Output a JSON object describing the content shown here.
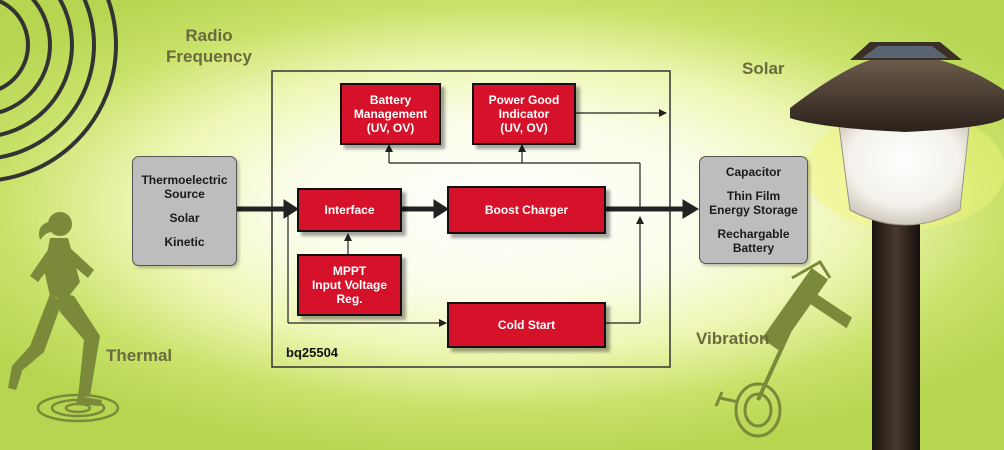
{
  "labels": {
    "radio_frequency": [
      "Radio",
      "Frequency"
    ],
    "solar": "Solar",
    "thermal": "Thermal",
    "vibration": "Vibration"
  },
  "source_box": [
    "Thermoelectric",
    "Source",
    "Solar",
    "Kinetic"
  ],
  "storage_box": [
    "Capacitor",
    "Thin Film",
    "Energy Storage",
    "Rechargable",
    "Battery"
  ],
  "chip_name": "bq25504",
  "blocks": {
    "battery_management": [
      "Battery",
      "Management",
      "(UV, OV)"
    ],
    "power_good": [
      "Power Good",
      "Indicator",
      "(UV, OV)"
    ],
    "interface": [
      "Interface"
    ],
    "boost_charger": [
      "Boost Charger"
    ],
    "mppt": [
      "MPPT",
      "Input Voltage",
      "Reg."
    ],
    "cold_start": [
      "Cold Start"
    ]
  },
  "colors": {
    "block_fill": "#d6112a",
    "label_text": "#6b6a3e",
    "background_edge": "#b6d651",
    "figure_olive": "#7a8a3a"
  },
  "icons": [
    "radio-waves-icon",
    "runner-icon",
    "solar-lamp-icon",
    "jackhammer-icon"
  ]
}
